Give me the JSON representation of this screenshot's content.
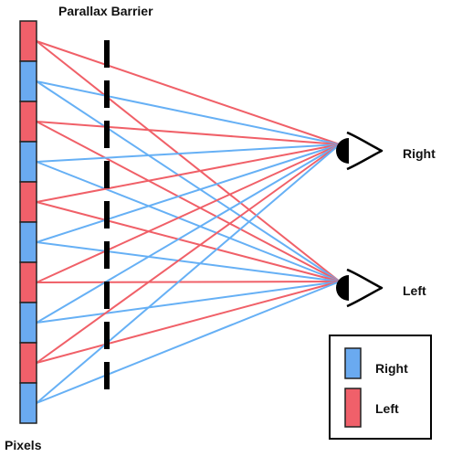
{
  "title": "Parallax Barrier",
  "pixels_label": "Pixels",
  "eyes": {
    "right_label": "Right",
    "left_label": "Left"
  },
  "legend": {
    "items": [
      {
        "label": "Right",
        "color": "#6aaaf0"
      },
      {
        "label": "Left",
        "color": "#f0606a"
      }
    ]
  },
  "pixel_column": [
    "left",
    "right",
    "left",
    "right",
    "left",
    "right",
    "left",
    "right",
    "left",
    "right"
  ],
  "colors": {
    "right": "#6aaaf0",
    "left": "#f0606a",
    "ray_right": "#66b0f5",
    "ray_left": "#f06068",
    "barrier": "#000000"
  }
}
